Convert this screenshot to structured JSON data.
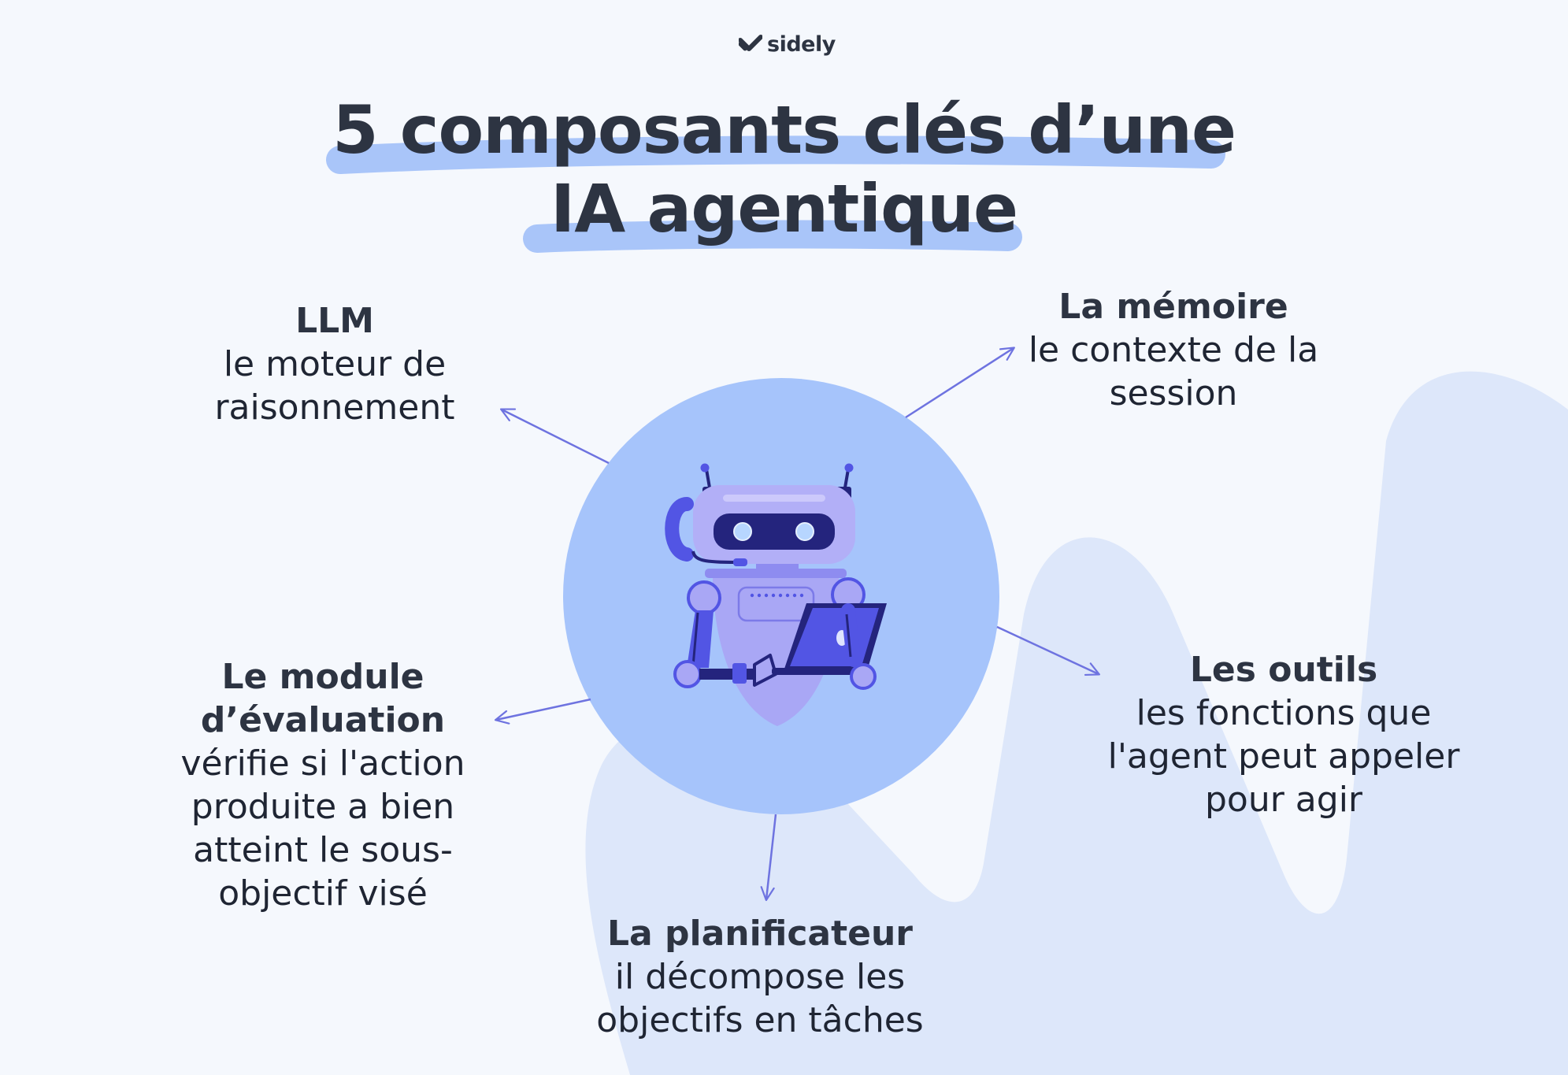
{
  "brand": {
    "name": "sidely",
    "logo_icon": "sidely-check-icon"
  },
  "title": {
    "line1": "5 composants clés d’une",
    "line2": "IA agentique"
  },
  "colors": {
    "background": "#f5f8fd",
    "highlight": "#a9c5f9",
    "circle": "#a6c4fb",
    "arrow": "#6e73e0",
    "text": "#2d3442",
    "watermark": "#dde7fa",
    "robot_primary": "#5255e4",
    "robot_dark": "#24247d"
  },
  "center": {
    "illustration": "robot-with-laptop-illustration"
  },
  "components": [
    {
      "id": "llm",
      "title": "LLM",
      "description": "le moteur de\nraisonnement"
    },
    {
      "id": "memoire",
      "title": "La mémoire",
      "description": "le contexte de la\nsession"
    },
    {
      "id": "outils",
      "title": "Les outils",
      "description": "les fonctions que\nl'agent peut appeler\npour agir"
    },
    {
      "id": "evaluation",
      "title": "Le module\nd’évaluation",
      "description": "vérifie si l'action\nproduite a bien\natteint le sous-\nobjectif visé"
    },
    {
      "id": "planificateur",
      "title": "La planificateur",
      "description": "il décompose les\nobjectifs en tâches"
    }
  ]
}
